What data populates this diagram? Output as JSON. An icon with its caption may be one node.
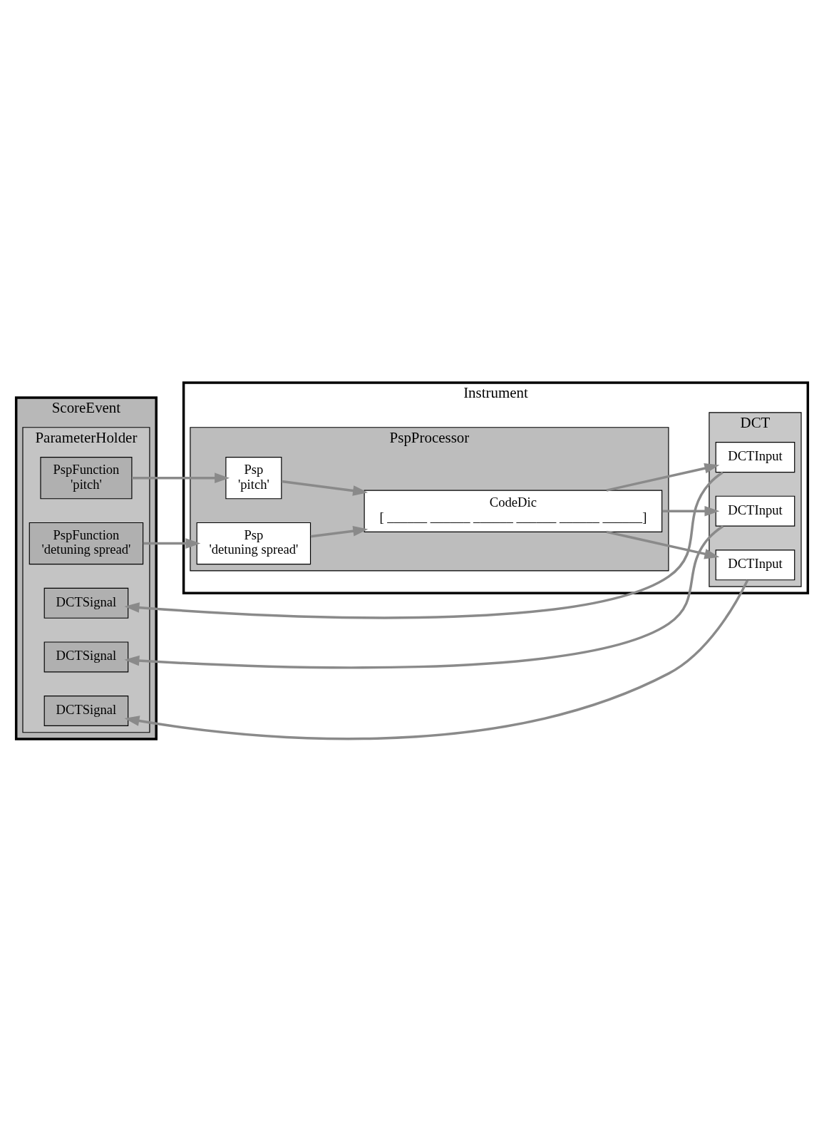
{
  "diagram": {
    "nodes": [
      {
        "text": [
          "ScoreEvent"
        ]
      },
      {
        "text": [
          "ParameterHolder"
        ],
        "in": 0
      },
      {
        "text": [
          "PspFunction",
          "'pitch'"
        ],
        "in": 1
      },
      {
        "text": [
          "PspFunction",
          "'detuning spread'"
        ],
        "in": 1
      },
      {
        "text": [
          "DCTSignal"
        ],
        "in": 1
      },
      {
        "text": [
          "DCTSignal"
        ],
        "in": 1
      },
      {
        "text": [
          "DCTSignal"
        ],
        "in": 1
      },
      {
        "text": [
          "Instrument"
        ]
      },
      {
        "text": [
          "PspProcessor"
        ],
        "in": 7
      },
      {
        "text": [
          "Psp",
          "'pitch'"
        ],
        "in": 8
      },
      {
        "text": [
          "Psp",
          "'detuning spread'"
        ],
        "in": 8
      },
      {
        "text": [
          "CodeDic",
          "[ ______ ______ ______ ______ ______ ______]"
        ],
        "in": 8
      },
      {
        "text": [
          "DCT"
        ],
        "in": 7
      },
      {
        "text": [
          "DCTInput"
        ],
        "in": 12
      },
      {
        "text": [
          "DCTInput"
        ],
        "in": 12
      },
      {
        "text": [
          "DCTInput"
        ],
        "in": 12
      }
    ],
    "edges": [
      {
        "from": 2,
        "to": 9,
        "arrow": "to"
      },
      {
        "from": 3,
        "to": 10,
        "arrow": "to"
      },
      {
        "from": 9,
        "to": 11,
        "arrow": "to"
      },
      {
        "from": 10,
        "to": 11,
        "arrow": "to"
      },
      {
        "from": 11,
        "to": 13,
        "arrow": "to"
      },
      {
        "from": 11,
        "to": 14,
        "arrow": "to"
      },
      {
        "from": 11,
        "to": 15,
        "arrow": "to"
      },
      {
        "from": 13,
        "to": 4,
        "arrow": "to"
      },
      {
        "from": 14,
        "to": 5,
        "arrow": "to"
      },
      {
        "from": 15,
        "to": 6,
        "arrow": "to"
      }
    ]
  }
}
